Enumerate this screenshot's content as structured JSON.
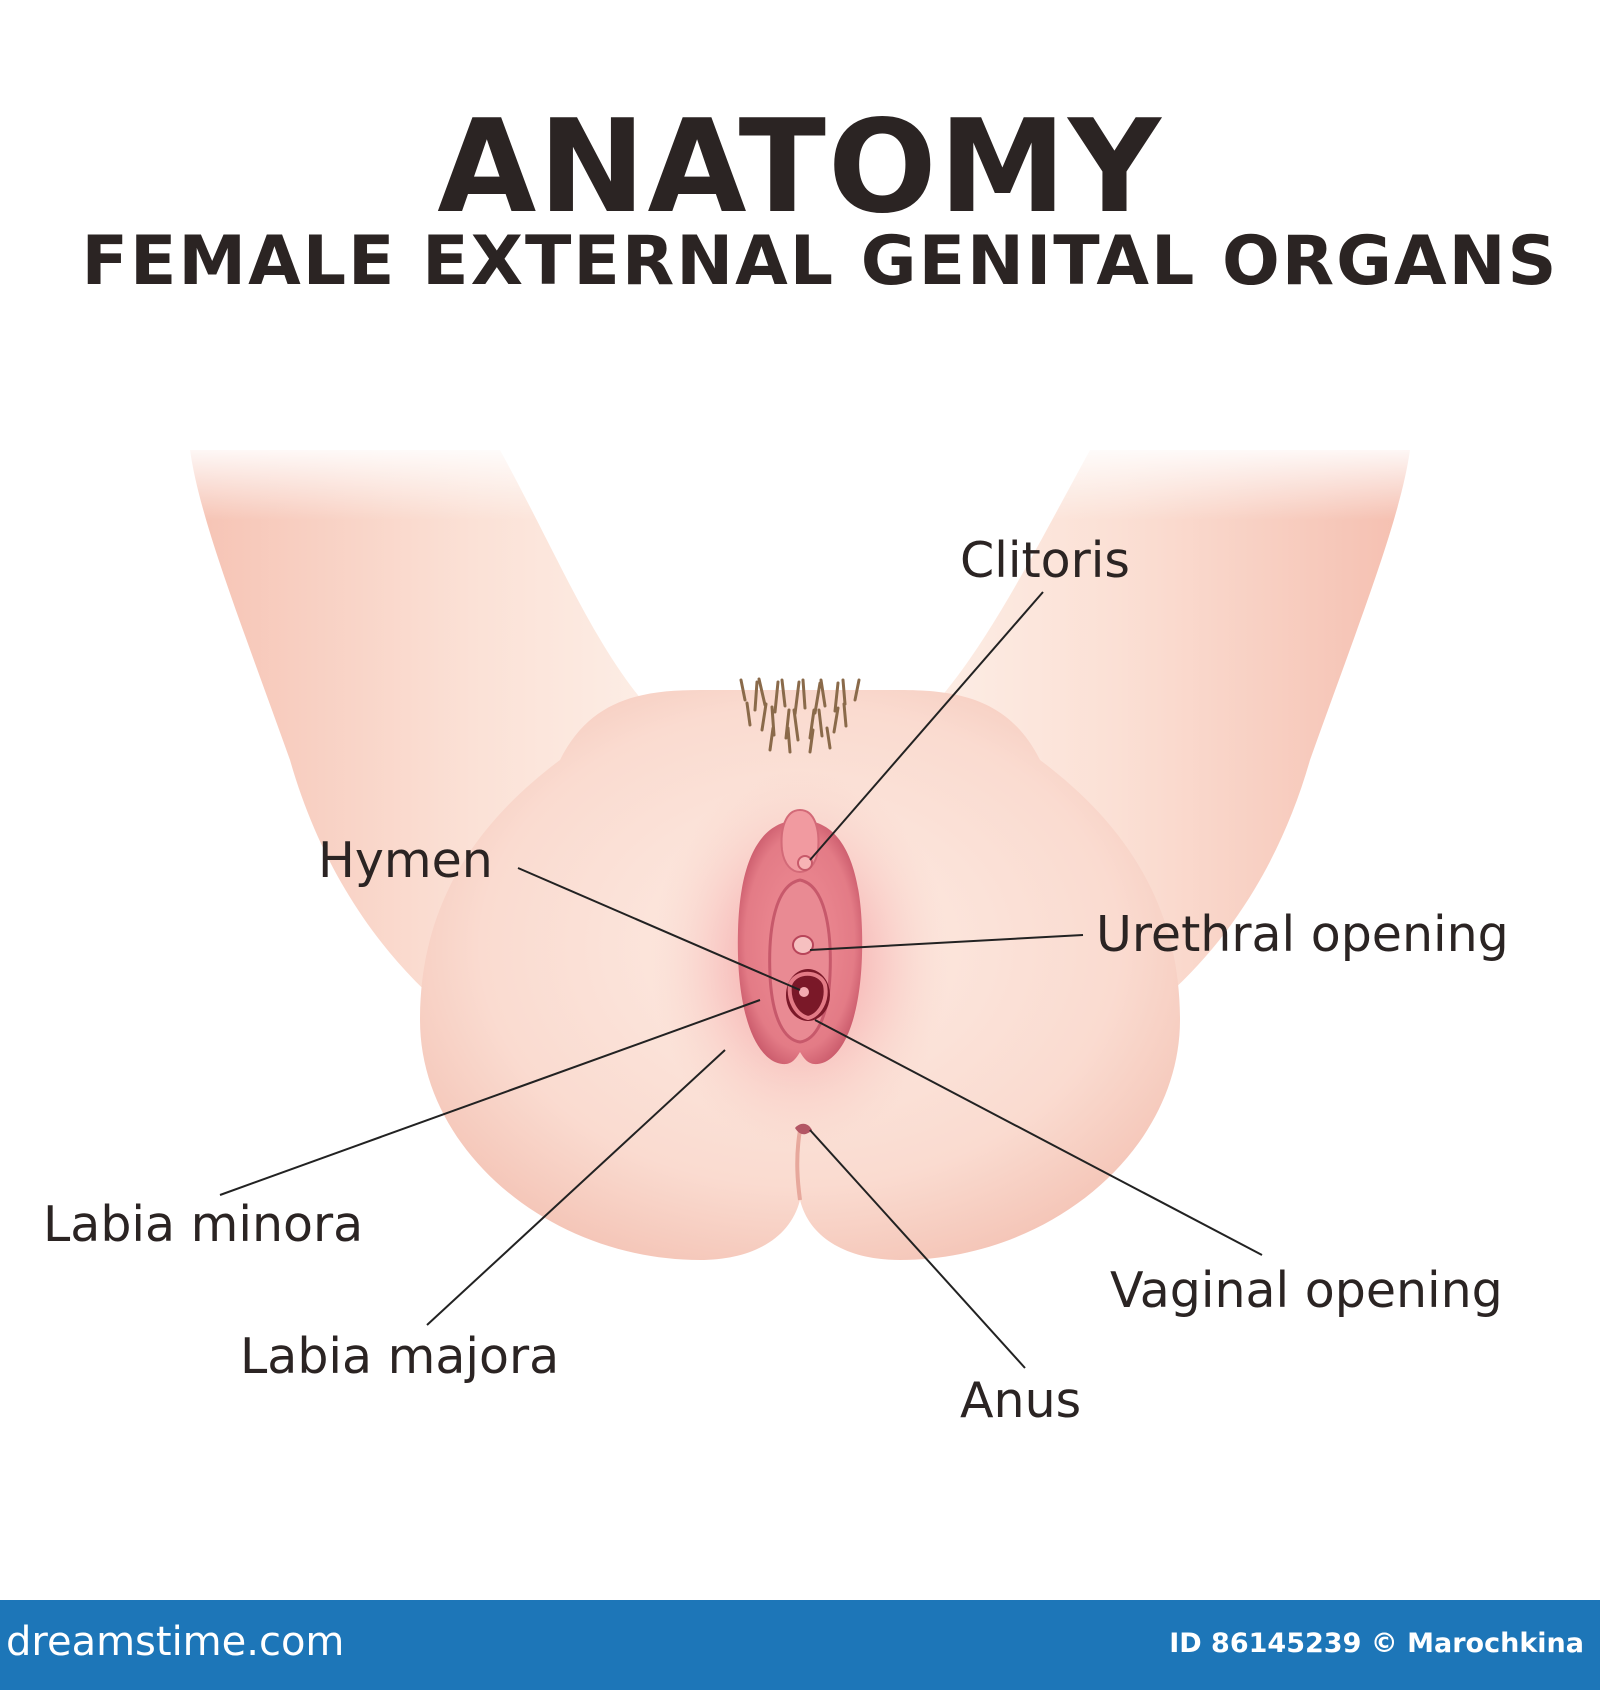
{
  "colors": {
    "title_text": "#2b2423",
    "label_text": "#2b2423",
    "leader_line": "#222222",
    "skin_light": "#fdeee6",
    "skin_mid": "#f7c8bc",
    "skin_edge": "#f2b9aa",
    "hair": "#8a6a4a",
    "labia": "#e37b86",
    "labia_dark": "#b8455a",
    "opening": "#7a1828",
    "glow": "#ef6e7a",
    "footer_bg": "#1d76b8",
    "footer_text": "#ffffff"
  },
  "header": {
    "title": "ANATOMY",
    "subtitle": "FEMALE EXTERNAL GENITAL ORGANS"
  },
  "labels": {
    "clitoris": "Clitoris",
    "hymen": "Hymen",
    "urethral_opening": "Urethral opening",
    "labia_minora": "Labia minora",
    "vaginal_opening": "Vaginal opening",
    "labia_majora": "Labia majora",
    "anus": "Anus"
  },
  "footer": {
    "brand": "dreamstime.com",
    "credit": "ID 86145239 © Marochkina"
  }
}
